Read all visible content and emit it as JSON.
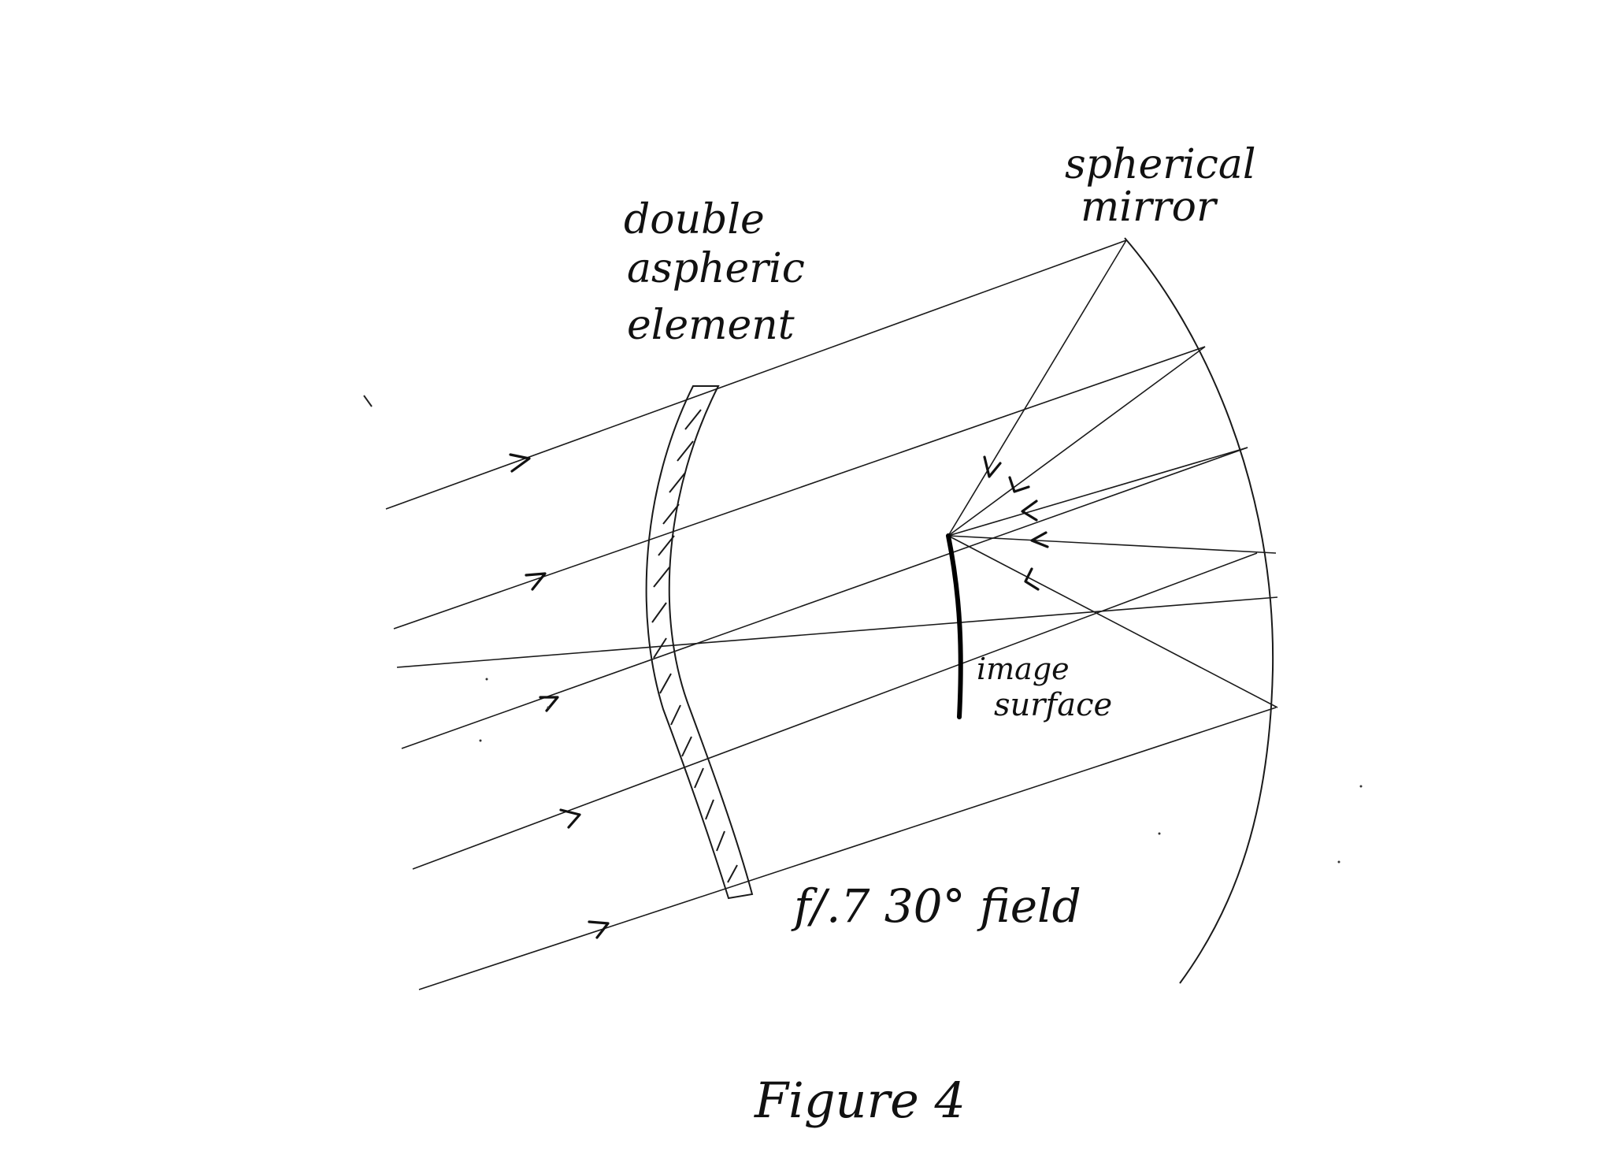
{
  "labels": {
    "lens": [
      "double",
      "aspheric",
      "element"
    ],
    "mirror": [
      "spherical",
      "mirror"
    ],
    "image": [
      "image",
      "surface"
    ],
    "spec": "f/.7  30° field",
    "caption": "Figure 4"
  },
  "colors": {
    "ink": "#111111",
    "paper": "#ffffff"
  }
}
